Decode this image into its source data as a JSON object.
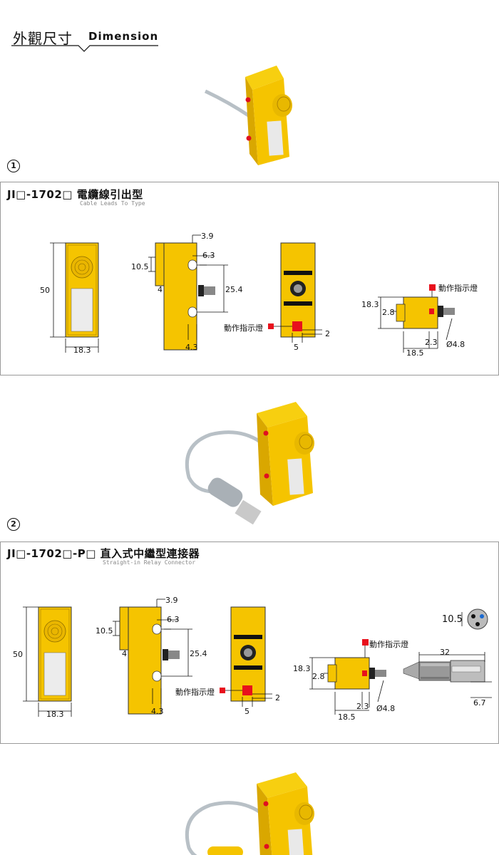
{
  "header": {
    "title_cn": "外觀尺寸",
    "title_en": "Dimension"
  },
  "section1": {
    "marker": "1",
    "title": "JI□-1702□ 電纜線引出型",
    "subtitle": "Cable Leads To Type",
    "dims": {
      "height": "50",
      "width": "18.3",
      "d_3_9": "3.9",
      "d_6_3": "6.3",
      "d_10_5": "10.5",
      "d_4": "4",
      "d_25_4": "25.4",
      "d_4_3": "4.3",
      "indicator_label": "動作指示燈",
      "d_2": "2",
      "d_5": "5",
      "r_indicator": "動作指示燈",
      "r_18_3": "18.3",
      "r_2_8": "2.8",
      "r_2_3": "2.3",
      "r_dia": "Ø4.8",
      "r_18_5": "18.5"
    }
  },
  "section2": {
    "marker": "2",
    "title": "JI□-1702□-P□ 直入式中繼型連接器",
    "subtitle": "Straight-in Relay Connector",
    "dims": {
      "height": "50",
      "width": "18.3",
      "d_3_9": "3.9",
      "d_6_3": "6.3",
      "d_10_5": "10.5",
      "d_4": "4",
      "d_25_4": "25.4",
      "d_4_3": "4.3",
      "indicator_label": "動作指示燈",
      "d_2": "2",
      "d_5": "5",
      "r_indicator": "動作指示燈",
      "r_18_3": "18.3",
      "r_2_8": "2.8",
      "r_2_3": "2.3",
      "r_dia": "Ø4.8",
      "r_18_5": "18.5",
      "c_32": "32",
      "c_6_7": "6.7",
      "c_10_5": "10.5"
    }
  },
  "colors": {
    "yellow": "#f5c400",
    "dark_yellow": "#c89a00",
    "red": "#e8101c",
    "indicator_red": "#d60000"
  }
}
